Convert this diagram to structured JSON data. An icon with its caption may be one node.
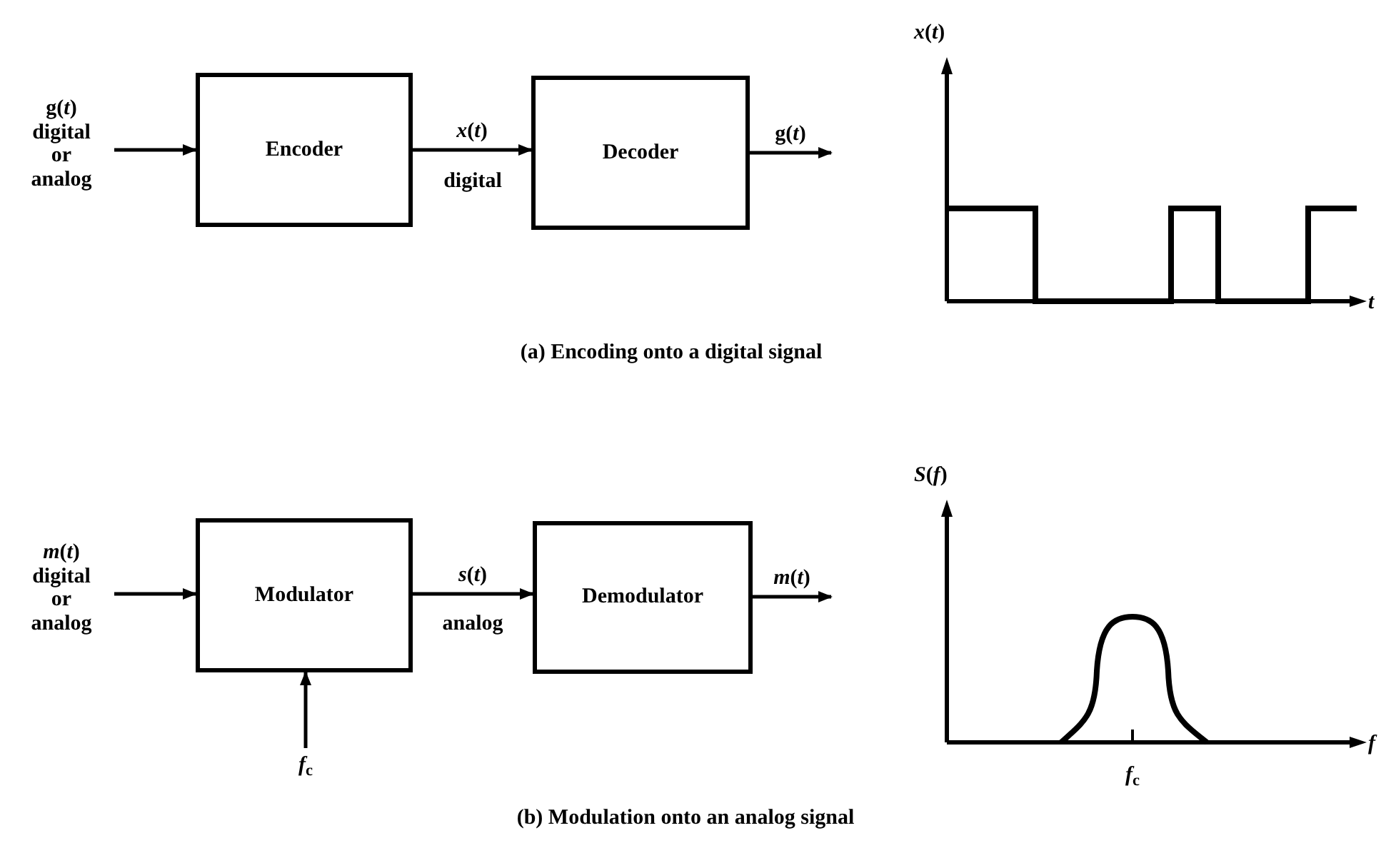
{
  "diagram": {
    "nodes": [
      {
        "text": [
          "g(*t*)",
          "digital or analog"
        ]
      },
      {
        "text": [
          "Encoder"
        ]
      },
      {
        "text": [
          "Decoder"
        ]
      },
      {
        "text": [
          "*m*(*t*)",
          "digital or analog"
        ]
      },
      {
        "text": [
          "Modulator"
        ]
      },
      {
        "text": [
          "Demodulator"
        ]
      },
      {
        "text": [
          "*f*$_{c}$"
        ]
      }
    ],
    "edges": [
      {
        "from": 0,
        "to": 1,
        "arrow": "to"
      },
      {
        "from": 1,
        "to": 2,
        "arrow": "to",
        "label": "*x*(*t*)"
      },
      {
        "from": 2,
        "to": null,
        "arrow": "to",
        "label": "g(*t*)"
      },
      {
        "from": 3,
        "to": 4,
        "arrow": "to"
      },
      {
        "from": 4,
        "to": 5,
        "arrow": "to",
        "label": "*s*(*t*)"
      },
      {
        "from": 5,
        "to": null,
        "arrow": "to",
        "label": "*m*(*t*)"
      },
      {
        "from": 6,
        "to": 4,
        "arrow": "to"
      }
    ],
    "labels": [
      "*x*(*t*)",
      "digital",
      "*t*",
      "(a) Encoding onto a digital signal",
      "*S*(*f*)",
      "analog",
      "*f*",
      "*f*$_{c}$",
      "(b) Modulation onto an analog signal"
    ]
  }
}
